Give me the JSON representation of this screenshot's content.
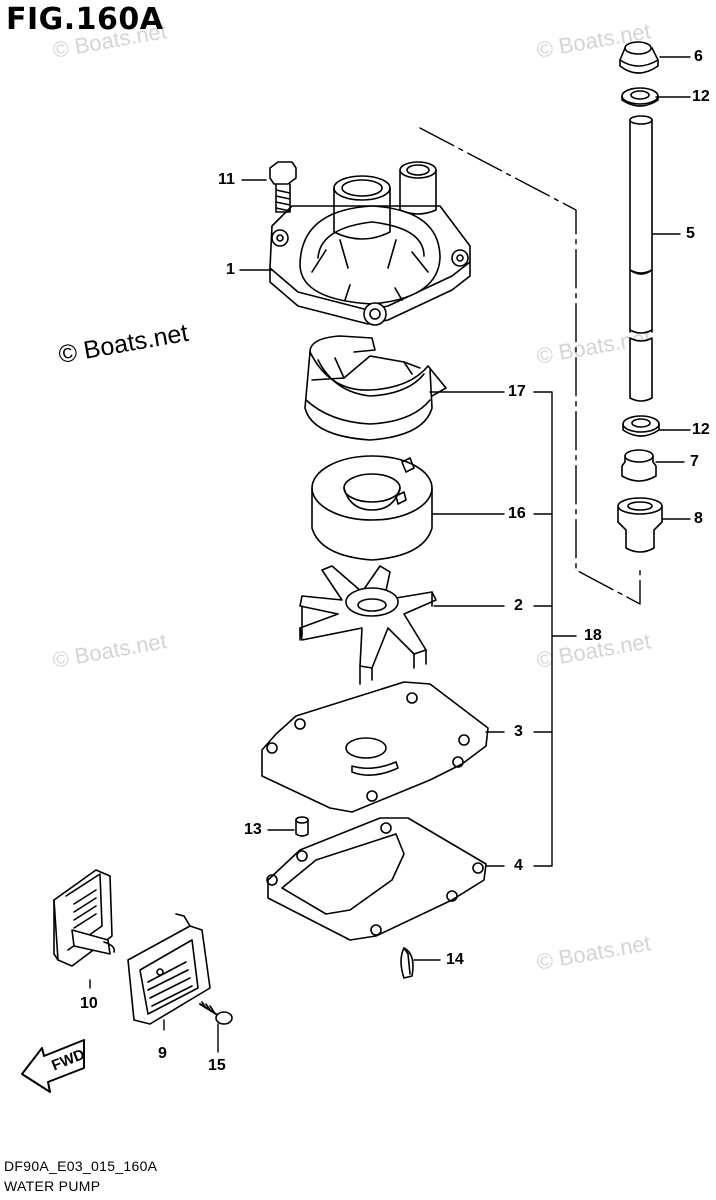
{
  "figure": {
    "title": "FIG.160A",
    "code": "DF90A_E03_015_160A",
    "name": "WATER PUMP"
  },
  "copyright": "© Boats.net",
  "watermark": "© Boats.net",
  "callouts": {
    "c1": "1",
    "c2": "2",
    "c3": "3",
    "c4": "4",
    "c5": "5",
    "c6": "6",
    "c7": "7",
    "c8": "8",
    "c9": "9",
    "c10": "10",
    "c11": "11",
    "c12a": "12",
    "c12b": "12",
    "c13": "13",
    "c14": "14",
    "c15": "15",
    "c16": "16",
    "c17": "17",
    "c18": "18"
  },
  "fwd_label": "FWD"
}
